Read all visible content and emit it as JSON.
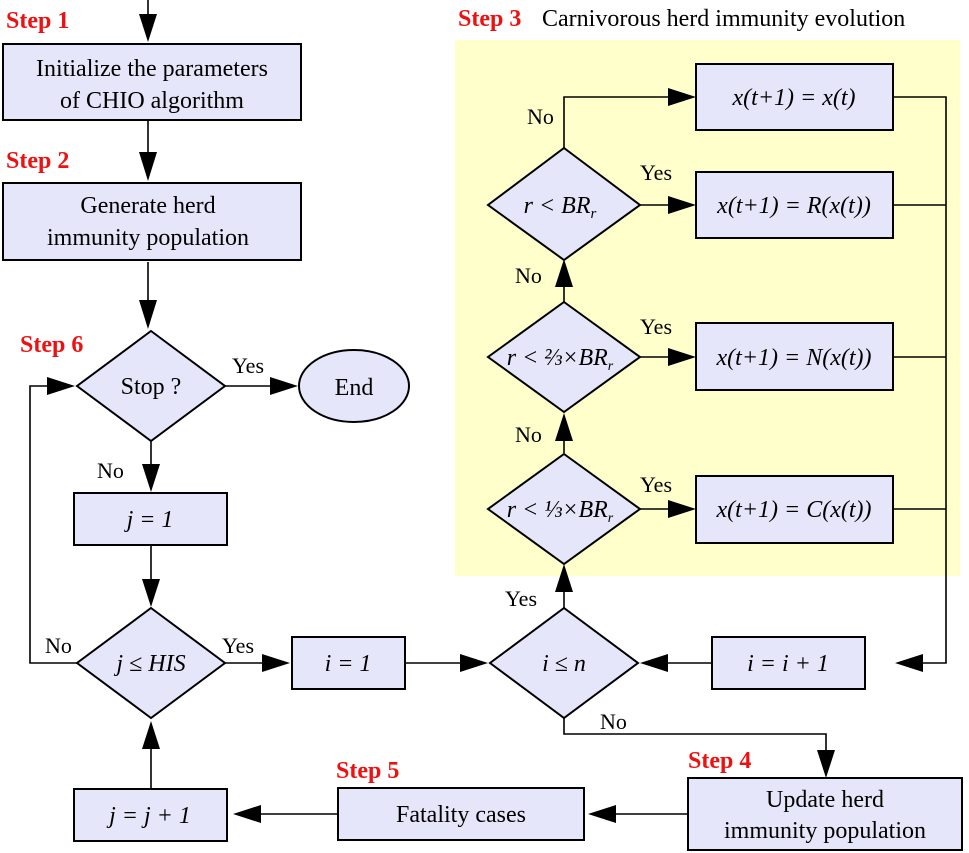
{
  "colors": {
    "node_fill": "#e6e6fa",
    "step_label": "#ee1111",
    "highlight_region": "#ffffcc",
    "stroke": "#000000"
  },
  "steps": {
    "step1": "Step 1",
    "step2": "Step 2",
    "step3": "Step 3",
    "step3_title": "Carnivorous herd immunity evolution",
    "step4": "Step 4",
    "step5": "Step 5",
    "step6": "Step 6"
  },
  "nodes": {
    "init": [
      "Initialize the parameters",
      "of CHIO algorithm"
    ],
    "generate": [
      "Generate herd",
      "immunity population"
    ],
    "stop": "Stop ?",
    "end": "End",
    "j_init": "j =  1",
    "j_cond": "j ≤ HIS",
    "i_init": "i =  1",
    "i_cond": "i ≤ n",
    "i_inc": "i = i + 1",
    "update": [
      "Update herd",
      "immunity population"
    ],
    "fatality": "Fatality cases",
    "j_inc": "j = j + 1",
    "cond_br": "r < BR",
    "cond_br_sub": "r",
    "cond_23": "r < ⅔×BR",
    "cond_13": "r < ⅓×BR",
    "eq_keep": "x(t+1) = x(t)",
    "eq_R": "x(t+1) = R(x(t))",
    "eq_N": "x(t+1) = N(x(t))",
    "eq_C": "x(t+1) = C(x(t))"
  },
  "edge_labels": {
    "yes": "Yes",
    "no": "No"
  }
}
